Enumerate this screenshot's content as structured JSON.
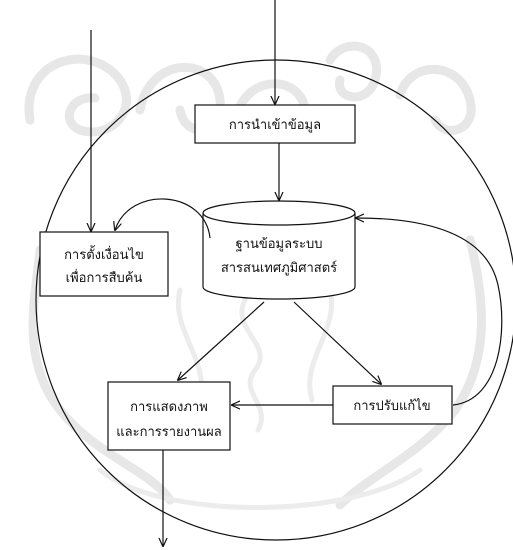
{
  "diagram": {
    "nodes": {
      "import": {
        "label": "การนำเข้าข้อมูล"
      },
      "query": {
        "lines": [
          "การตั้งเงื่อนไข",
          "เพื่อการสืบค้น"
        ]
      },
      "database": {
        "lines": [
          "ฐานข้อมูลระบบ",
          "สารสนเทศภูมิศาสตร์"
        ]
      },
      "display": {
        "lines": [
          "การแสดงภาพ",
          "และการรายงานผล"
        ]
      },
      "edit": {
        "label": "การปรับแก้ไข"
      }
    },
    "edges": [
      {
        "from": "external",
        "to": "import"
      },
      {
        "from": "external",
        "to": "query"
      },
      {
        "from": "import",
        "to": "database"
      },
      {
        "from": "database",
        "to": "query"
      },
      {
        "from": "database",
        "to": "display"
      },
      {
        "from": "database",
        "to": "edit"
      },
      {
        "from": "edit",
        "to": "display"
      },
      {
        "from": "edit",
        "to": "database"
      },
      {
        "from": "display",
        "to": "external"
      }
    ],
    "colors": {
      "stroke": "#111111",
      "watermark": "#e7e7e7"
    }
  }
}
